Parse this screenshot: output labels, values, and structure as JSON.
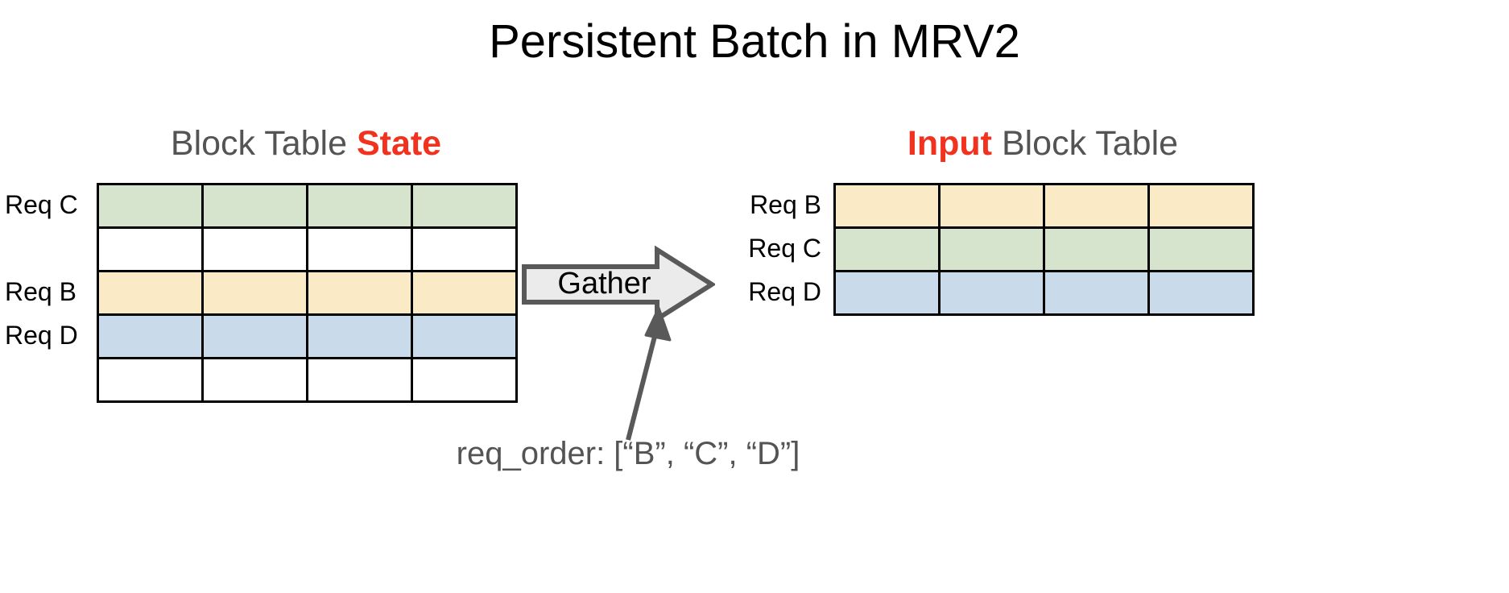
{
  "slide": {
    "title": "Persistent Batch in MRV2",
    "background_color": "#FFFFFF"
  },
  "colors": {
    "accent_red": "#F0321E",
    "heading_gray": "#545454",
    "cell_green": "#D6E3CD",
    "cell_yellow": "#FAEAC5",
    "cell_blue": "#C9DAEB",
    "cell_empty": "#FFFFFF",
    "grid_line": "#000000",
    "arrow_fill": "#EBEBEB",
    "arrow_stroke": "#595959"
  },
  "left_panel": {
    "heading": {
      "prefix": "Block Table ",
      "accent": "State"
    },
    "table": {
      "columns": 4,
      "rows": [
        {
          "label": "Req C",
          "fill": "green",
          "occupied": true
        },
        {
          "label": "",
          "fill": "empty",
          "occupied": false
        },
        {
          "label": "Req B",
          "fill": "yellow",
          "occupied": true
        },
        {
          "label": "Req D",
          "fill": "blue",
          "occupied": true
        },
        {
          "label": "",
          "fill": "empty",
          "occupied": false
        }
      ]
    }
  },
  "operation": {
    "label": "Gather",
    "direction": "left-to-right"
  },
  "right_panel": {
    "heading": {
      "accent": "Input",
      "suffix": " Block Table"
    },
    "table": {
      "columns": 4,
      "rows": [
        {
          "label": "Req B",
          "fill": "yellow",
          "occupied": true
        },
        {
          "label": "Req C",
          "fill": "green",
          "occupied": true
        },
        {
          "label": "Req D",
          "fill": "blue",
          "occupied": true
        }
      ]
    }
  },
  "annotation": {
    "req_order_text": "req_order: [“B”, “C”, “D”]",
    "req_order_values": [
      "B",
      "C",
      "D"
    ]
  }
}
